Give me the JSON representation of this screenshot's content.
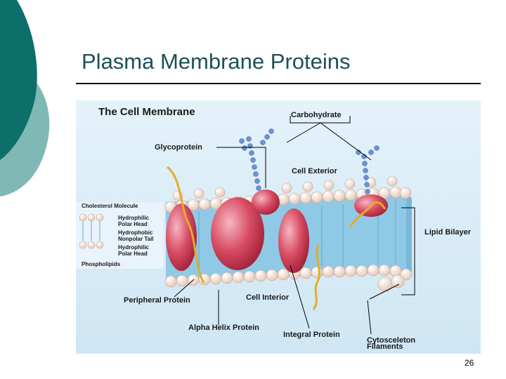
{
  "slide": {
    "title": "Plasma Membrane Proteins",
    "page_number": "26"
  },
  "figure": {
    "heading": "The Cell Membrane",
    "labels": {
      "carbohydrate": "Carbohydrate",
      "glycoprotein": "Glycoprotein",
      "cell_exterior": "Cell Exterior",
      "cholesterol_molecule": "Cholesterol Molecule",
      "hydrophilic_polar_head_top_1": "Hydrophilic",
      "hydrophilic_polar_head_top_2": "Polar Head",
      "hydrophobic_nonpolar_tail_1": "Hydrophobic",
      "hydrophobic_nonpolar_tail_2": "Nonpolar Tail",
      "hydrophilic_polar_head_bottom_1": "Hydrophilic",
      "hydrophilic_polar_head_bottom_2": "Polar Head",
      "phospholipids": "Phospholipids",
      "lipid_bilayer": "Lipid Bilayer",
      "peripheral_protein": "Peripheral Protein",
      "cell_interior": "Cell Interior",
      "alpha_helix_protein": "Alpha Helix Protein",
      "integral_protein": "Integral Protein",
      "cytoskeleton_1": "Cytosceleton",
      "cytoskeleton_2": "Filaments"
    }
  },
  "colors": {
    "teal_dark": "#0d6e6a",
    "teal_light": "#7fb9b6",
    "figure_bg": "#d8ecf7",
    "lipid_core": "#8fc9e6",
    "protein": "#d84c63",
    "head": "#f1dccf",
    "helix": "#e4ac2a",
    "sugar": "#6b91d6"
  }
}
